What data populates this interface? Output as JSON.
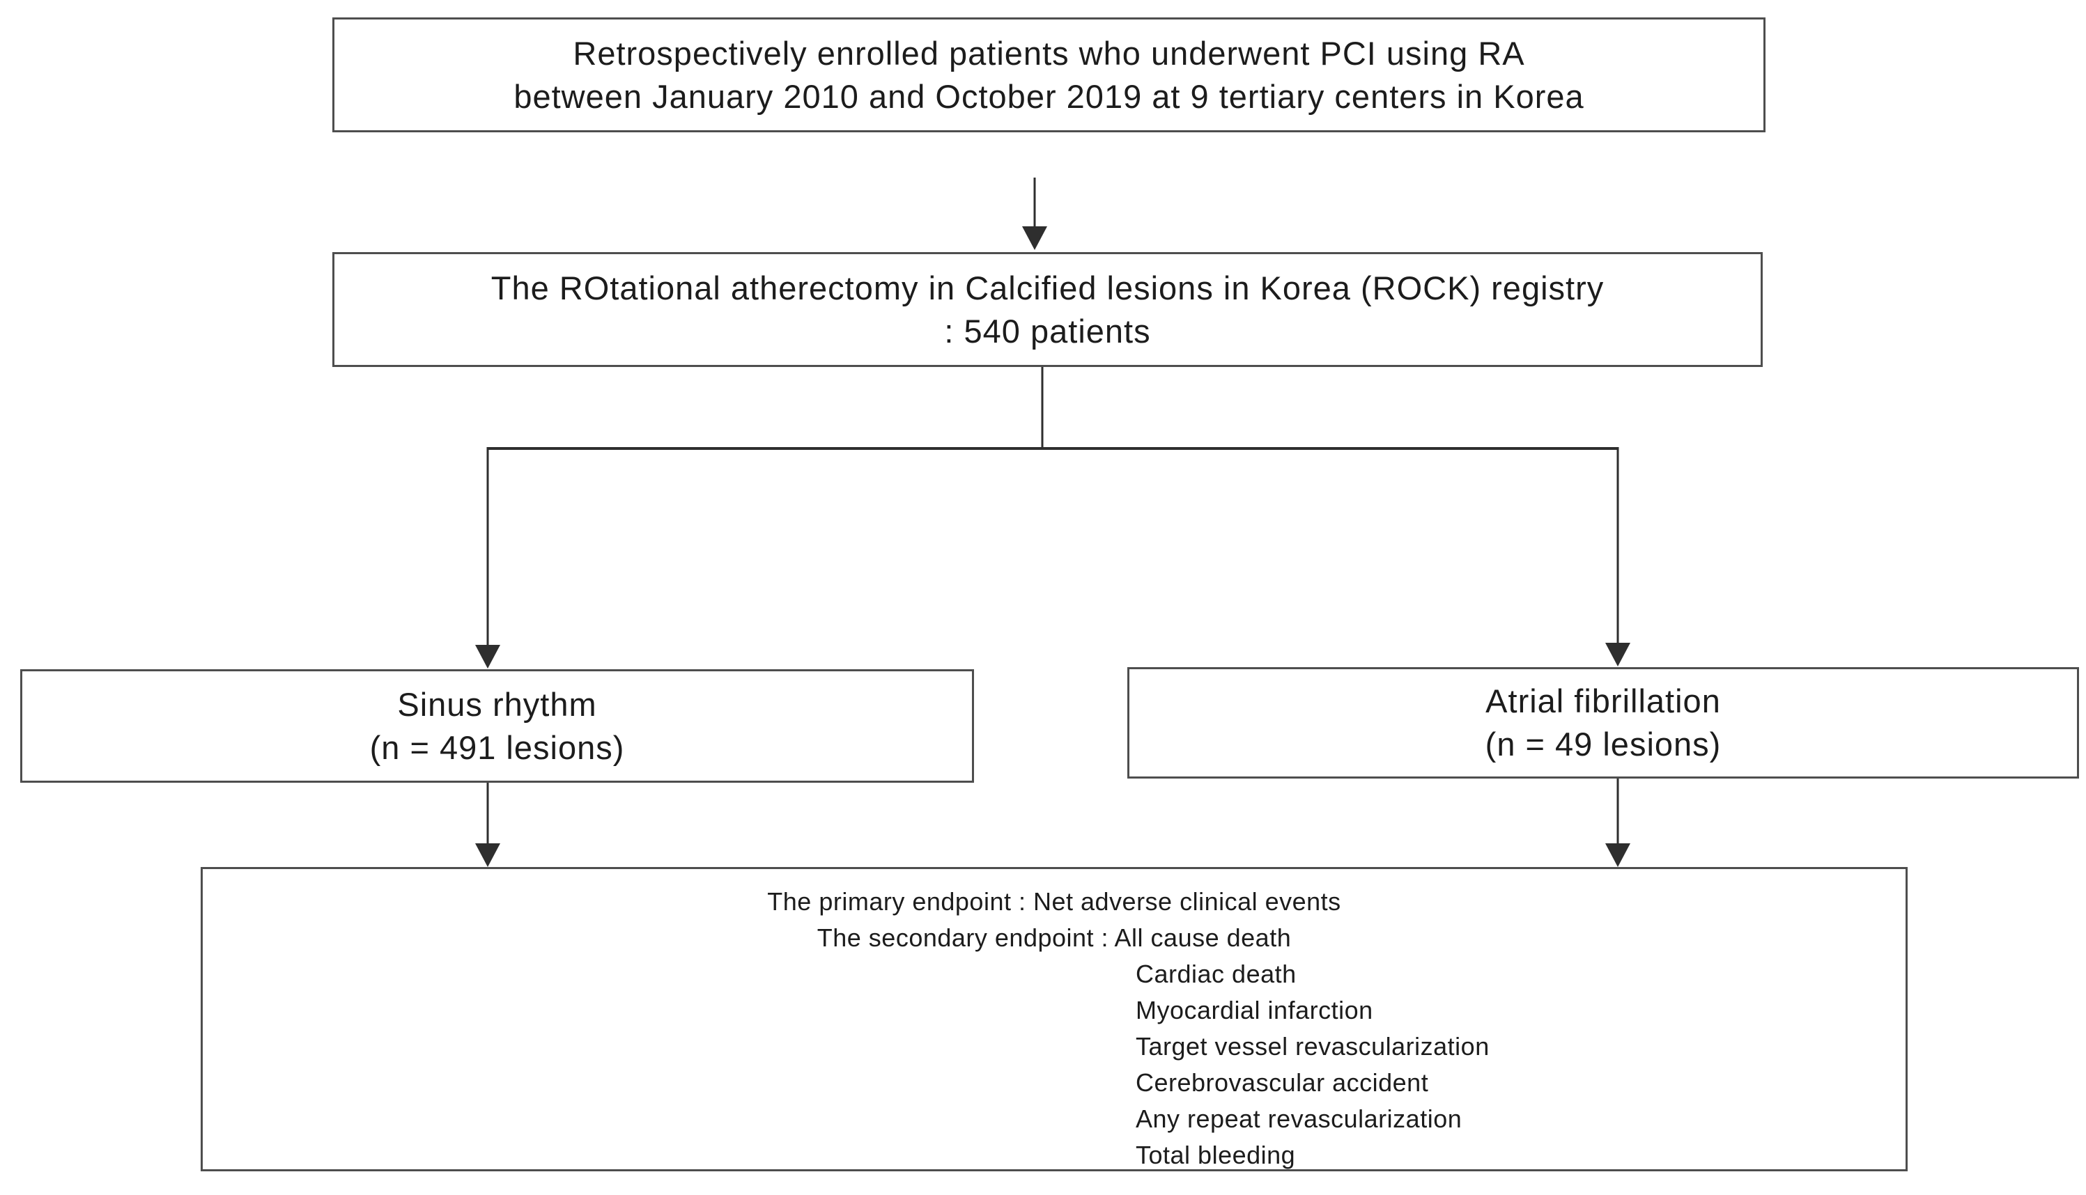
{
  "figure": {
    "type": "study-flow-diagram",
    "colors": {
      "background": "#ffffff",
      "box_border": "#4e4e4e",
      "connector": "#2e2e2e",
      "text": "#1c1c1c"
    },
    "nodes": {
      "enrollment": {
        "line1": "Retrospectively enrolled patients who underwent PCI using RA",
        "line2": "between January 2010 and October 2019 at 9 tertiary centers in Korea"
      },
      "registry": {
        "line1": "The ROtational atherectomy in Calcified lesions in Korea (ROCK) registry",
        "line2": ": 540 patients"
      },
      "sinus_rhythm": {
        "line1": "Sinus rhythm",
        "line2": "(n = 491 lesions)"
      },
      "atrial_fibrillation": {
        "line1": "Atrial fibrillation",
        "line2": "(n = 49 lesions)"
      },
      "endpoints": {
        "primary": "The primary endpoint : Net adverse clinical events",
        "secondary": "The secondary endpoint : All cause death",
        "secondary_items": [
          "Cardiac death",
          "Myocardial infarction",
          "Target vessel revascularization",
          "Cerebrovascular accident",
          "Any repeat revascularization",
          "Total bleeding"
        ]
      }
    }
  }
}
